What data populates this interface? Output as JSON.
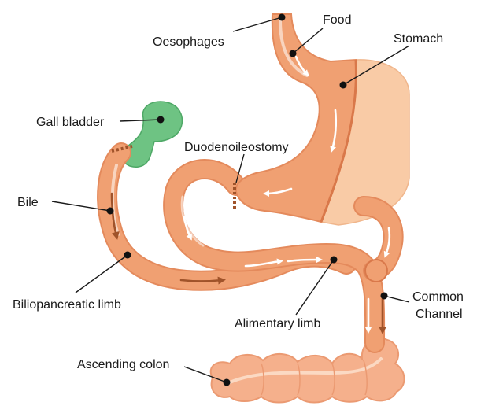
{
  "labels": {
    "food": "Food",
    "oesophages": "Oesophages",
    "stomach": "Stomach",
    "gall_bladder": "Gall bladder",
    "duodenoileostomy": "Duodenoileostomy",
    "bile": "Bile",
    "biliopancreatic_limb": "Biliopancreatic limb",
    "alimentary_limb": "Alimentary limb",
    "common_channel_1": "Common",
    "common_channel_2": "Channel",
    "ascending_colon": "Ascending colon"
  },
  "colors": {
    "tube": "#f0a072",
    "tube_dark": "#d9784a",
    "tube_outline": "#e48a5c",
    "stomach_removed": "#f9cba6",
    "gall": "#6ec383",
    "gall_dark": "#4ea866",
    "bile_arrow": "#a0532a",
    "arrow_white": "#ffffff",
    "colon": "#f5b08c",
    "colon_light": "#fbd9c3",
    "text": "#1a1a1a"
  }
}
